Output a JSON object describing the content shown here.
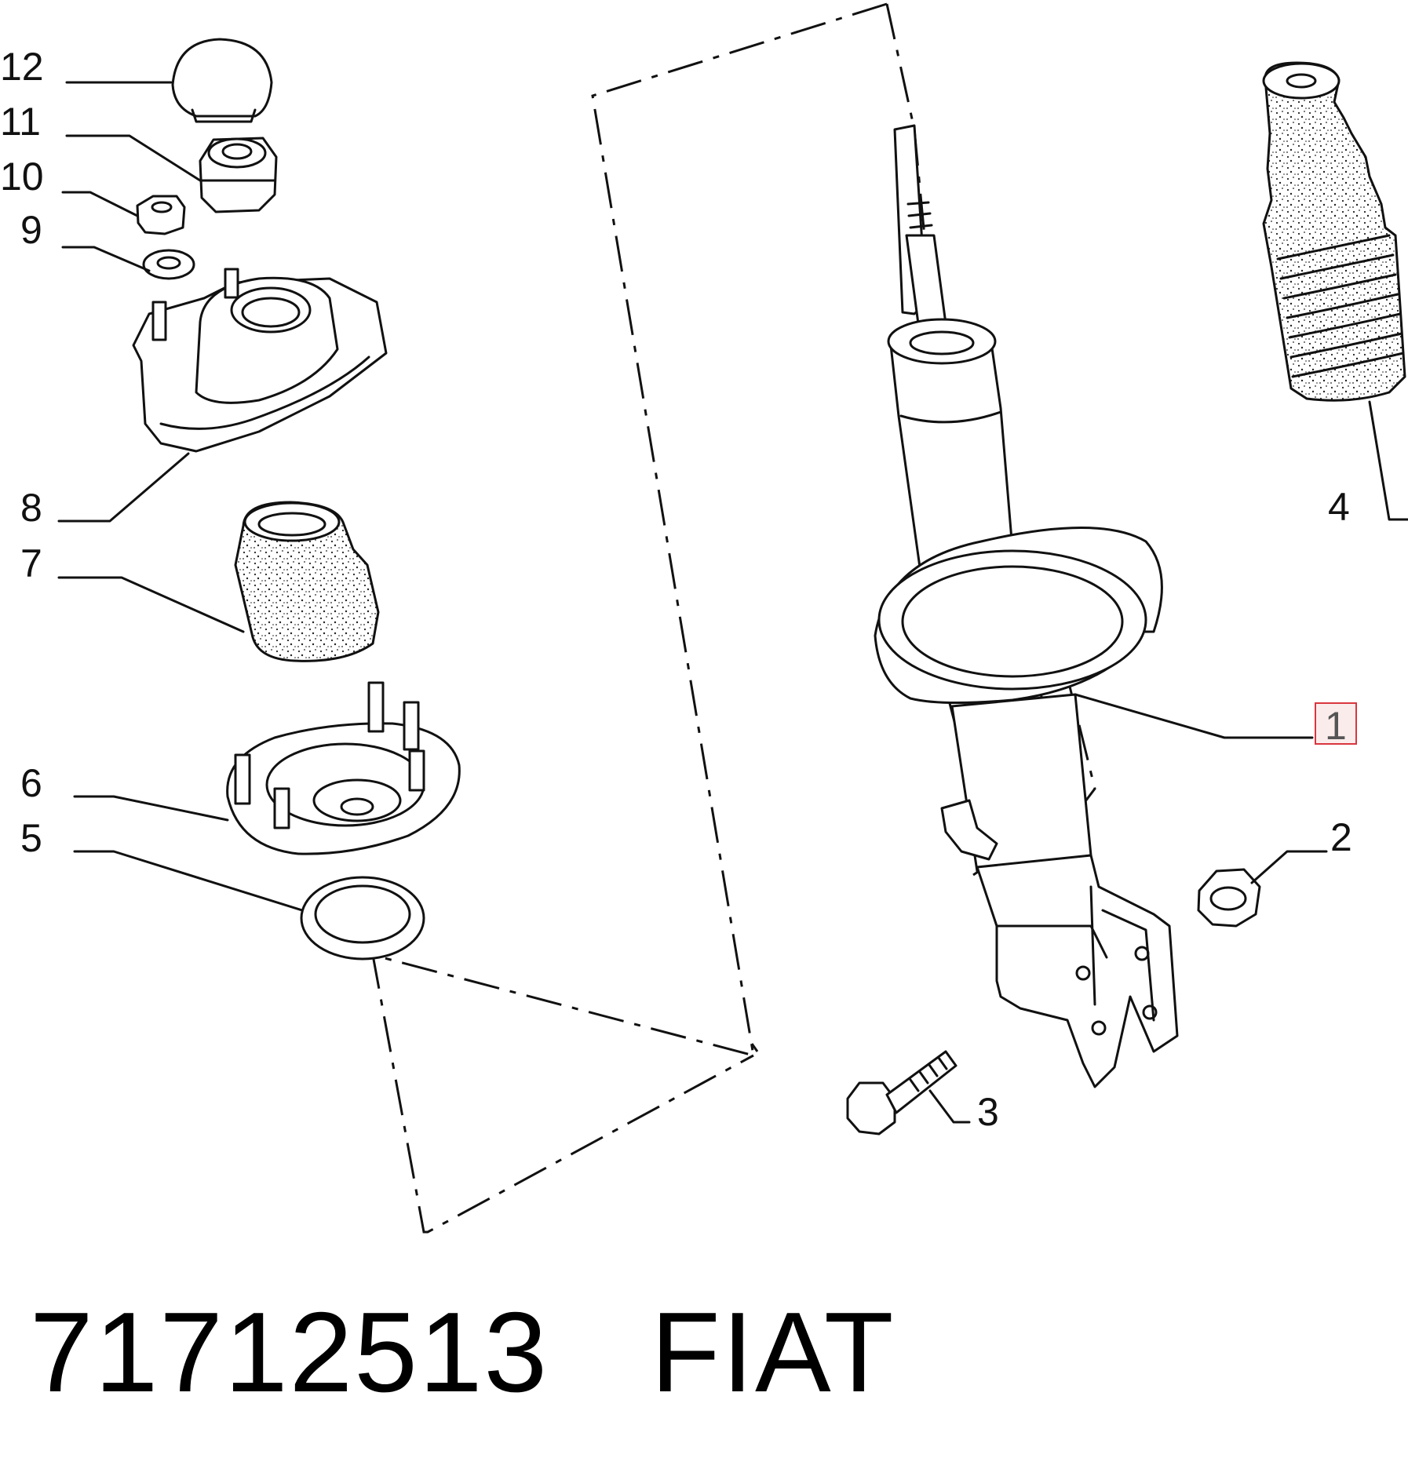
{
  "callouts": [
    {
      "id": "12",
      "label": "12"
    },
    {
      "id": "11",
      "label": "11"
    },
    {
      "id": "10",
      "label": "10"
    },
    {
      "id": "9",
      "label": "9"
    },
    {
      "id": "8",
      "label": "8"
    },
    {
      "id": "7",
      "label": "7"
    },
    {
      "id": "6",
      "label": "6"
    },
    {
      "id": "5",
      "label": "5"
    },
    {
      "id": "4",
      "label": "4"
    },
    {
      "id": "3",
      "label": "3"
    },
    {
      "id": "2",
      "label": "2"
    },
    {
      "id": "1",
      "label": "1",
      "highlighted": true,
      "highlight_color": "#d9363e"
    }
  ],
  "caption": {
    "part_number": "71712513",
    "brand": "FIAT"
  }
}
